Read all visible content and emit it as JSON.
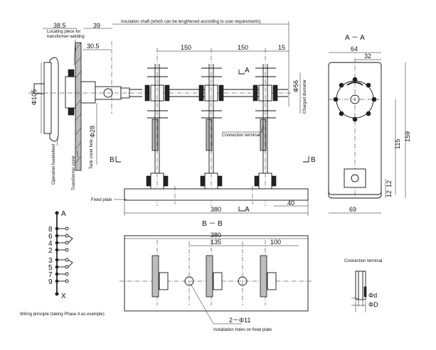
{
  "labels": {
    "locating_piece": [
      "Locating piece for",
      "transformer welding"
    ],
    "insulation_shaft": "Insulation shaft (which can be lengthened according to user requirements)",
    "operation_handwheel": "Operation handwheel",
    "transformer_cover": "Transformer cover",
    "tank_cover_hole": "Tank cover hole",
    "charged_diameter": "Charged diameter",
    "connection_terminal": "Connection terminal",
    "fixed_plate": "Fixed plate",
    "installation_holes": "Installation holes on fixed plate",
    "wiring_principle": "Wiring principle (taking Phase A as example)",
    "connection_terminal_detail": "Connection terminal"
  },
  "section_marks": {
    "aa_title": "A － A",
    "bb_title": "B － B",
    "a_top": "A",
    "a_bottom": "A",
    "b_left": "B",
    "b_right": "B"
  },
  "dimensions": {
    "d38_5": "38.5",
    "d39": "39",
    "d30_5": "30.5",
    "d150a": "150",
    "d150b": "150",
    "d15": "15",
    "phi105": "Φ105",
    "phi28": "Φ28",
    "phi56": "Φ56",
    "d380_top": "380",
    "d40": "40",
    "d64": "64",
    "d32": "32",
    "d115": "115",
    "d159": "159",
    "d12a": "12",
    "d12b": "12",
    "d69": "69",
    "d380_bottom": "380",
    "d135": "135",
    "d100": "100",
    "holes": "2－Φ11",
    "phi_d_small": "Φd",
    "phi_D": "ΦD"
  },
  "wiring": {
    "top": "A",
    "bottom": "X",
    "taps": [
      "8",
      "6",
      "4",
      "2",
      "3",
      "5",
      "7",
      "9"
    ]
  }
}
